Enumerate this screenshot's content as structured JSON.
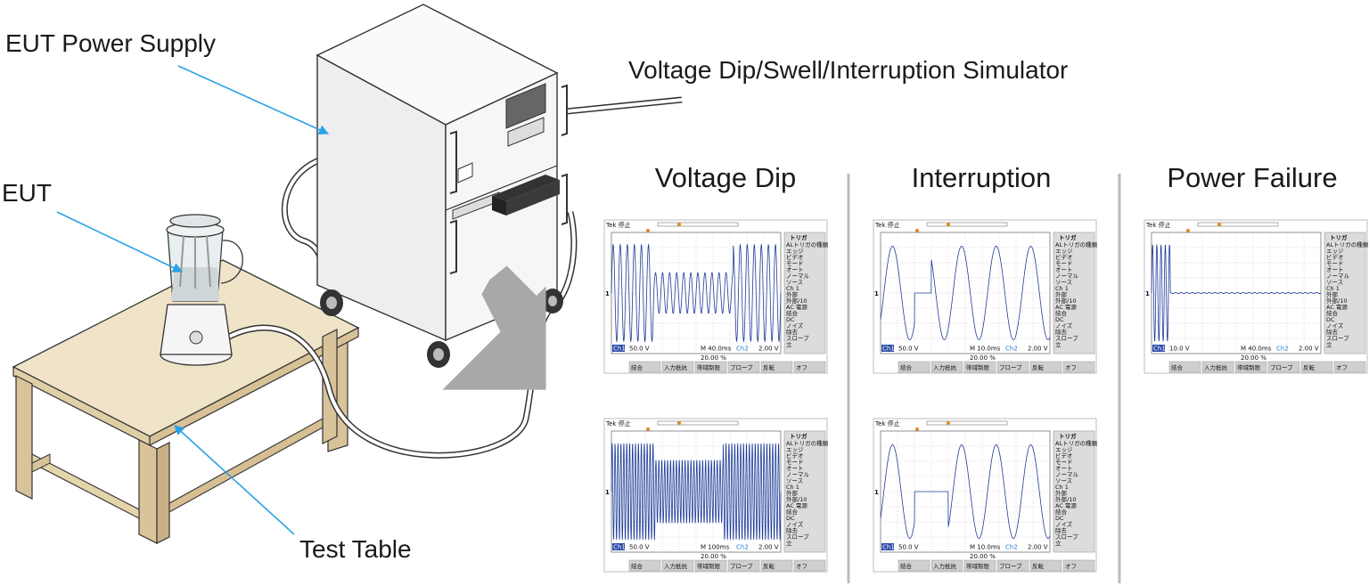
{
  "labels": {
    "eut_power_supply": "EUT Power Supply",
    "simulator": "Voltage Dip/Swell/Interruption Simulator",
    "eut": "EUT",
    "test_table": "Test Table"
  },
  "panels": {
    "voltage_dip": "Voltage Dip",
    "interruption": "Interruption",
    "power_failure": "Power Failure"
  },
  "scope": {
    "brand": "Tek 停止",
    "menu_title": "トリガ",
    "menu_items": [
      "ALトリガの種類",
      "エッジ",
      "ビデオ",
      "モード",
      "オート",
      "ノーマル",
      "ソース",
      "Ch 1",
      "外部",
      "外部/10",
      "AC 電源",
      "結合",
      "DC",
      "ノイズ",
      "除去",
      "スロープ",
      "立"
    ],
    "bottom_buttons": [
      "結合",
      "入力抵抗",
      "帯域制限",
      "プローブ",
      "反転",
      "オフ"
    ],
    "ch1_label": "Ch1",
    "ch2_label": "Ch2",
    "readouts": {
      "dip_top": {
        "ch1": "50.0 V",
        "time": "M 40.0ms",
        "ch2": "2.00 V",
        "pct": "20.00 %"
      },
      "dip_bottom": {
        "ch1": "50.0 V",
        "time": "M 100ms",
        "ch2": "2.00 V",
        "pct": "20.00 %"
      },
      "int_top": {
        "ch1": "50.0 V",
        "time": "M 10.0ms",
        "ch2": "2.00 V",
        "pct": "20.00 %"
      },
      "int_bottom": {
        "ch1": "50.0 V",
        "time": "M 10.0ms",
        "ch2": "2.00 V",
        "pct": "20.00 %"
      },
      "fail": {
        "ch1": "10.0 V",
        "time": "M 40.0ms",
        "ch2": "2.00 V",
        "pct": "20.00 %"
      }
    }
  },
  "colors": {
    "annotation": "#29a3e6",
    "trace": "#1e3c9a",
    "cabinet": "#f2f2f2",
    "table_top": "#efe3c8",
    "table_leg": "#d9c39a",
    "arrow": "#a8a8a8"
  }
}
